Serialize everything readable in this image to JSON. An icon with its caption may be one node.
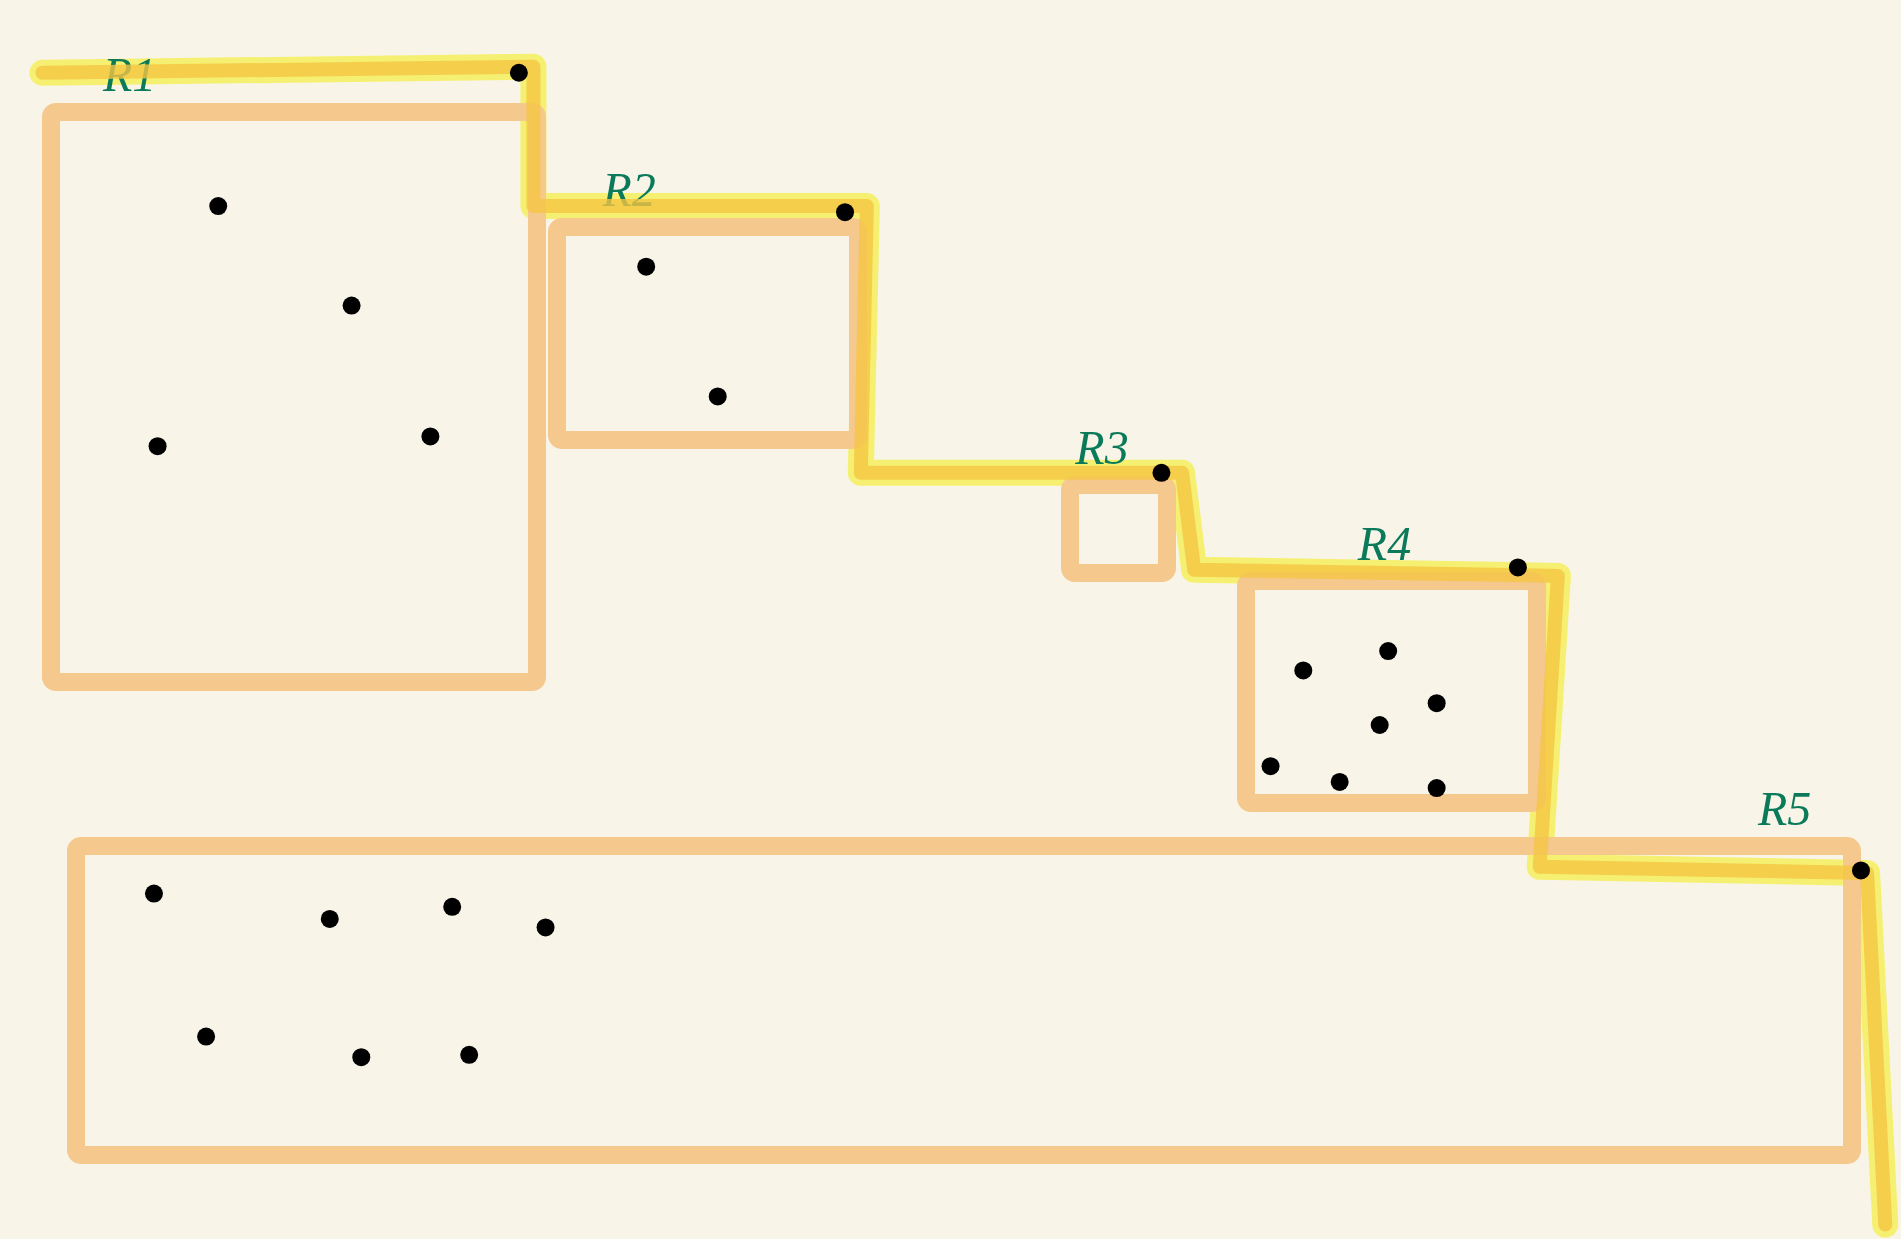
{
  "diagram": {
    "nodes": [
      {
        "text": [
          "R1"
        ]
      },
      {
        "text": [
          "R2"
        ]
      },
      {
        "text": [
          "R3"
        ]
      },
      {
        "text": [
          "R4"
        ]
      },
      {
        "text": [
          "R5"
        ]
      }
    ],
    "edges": []
  }
}
